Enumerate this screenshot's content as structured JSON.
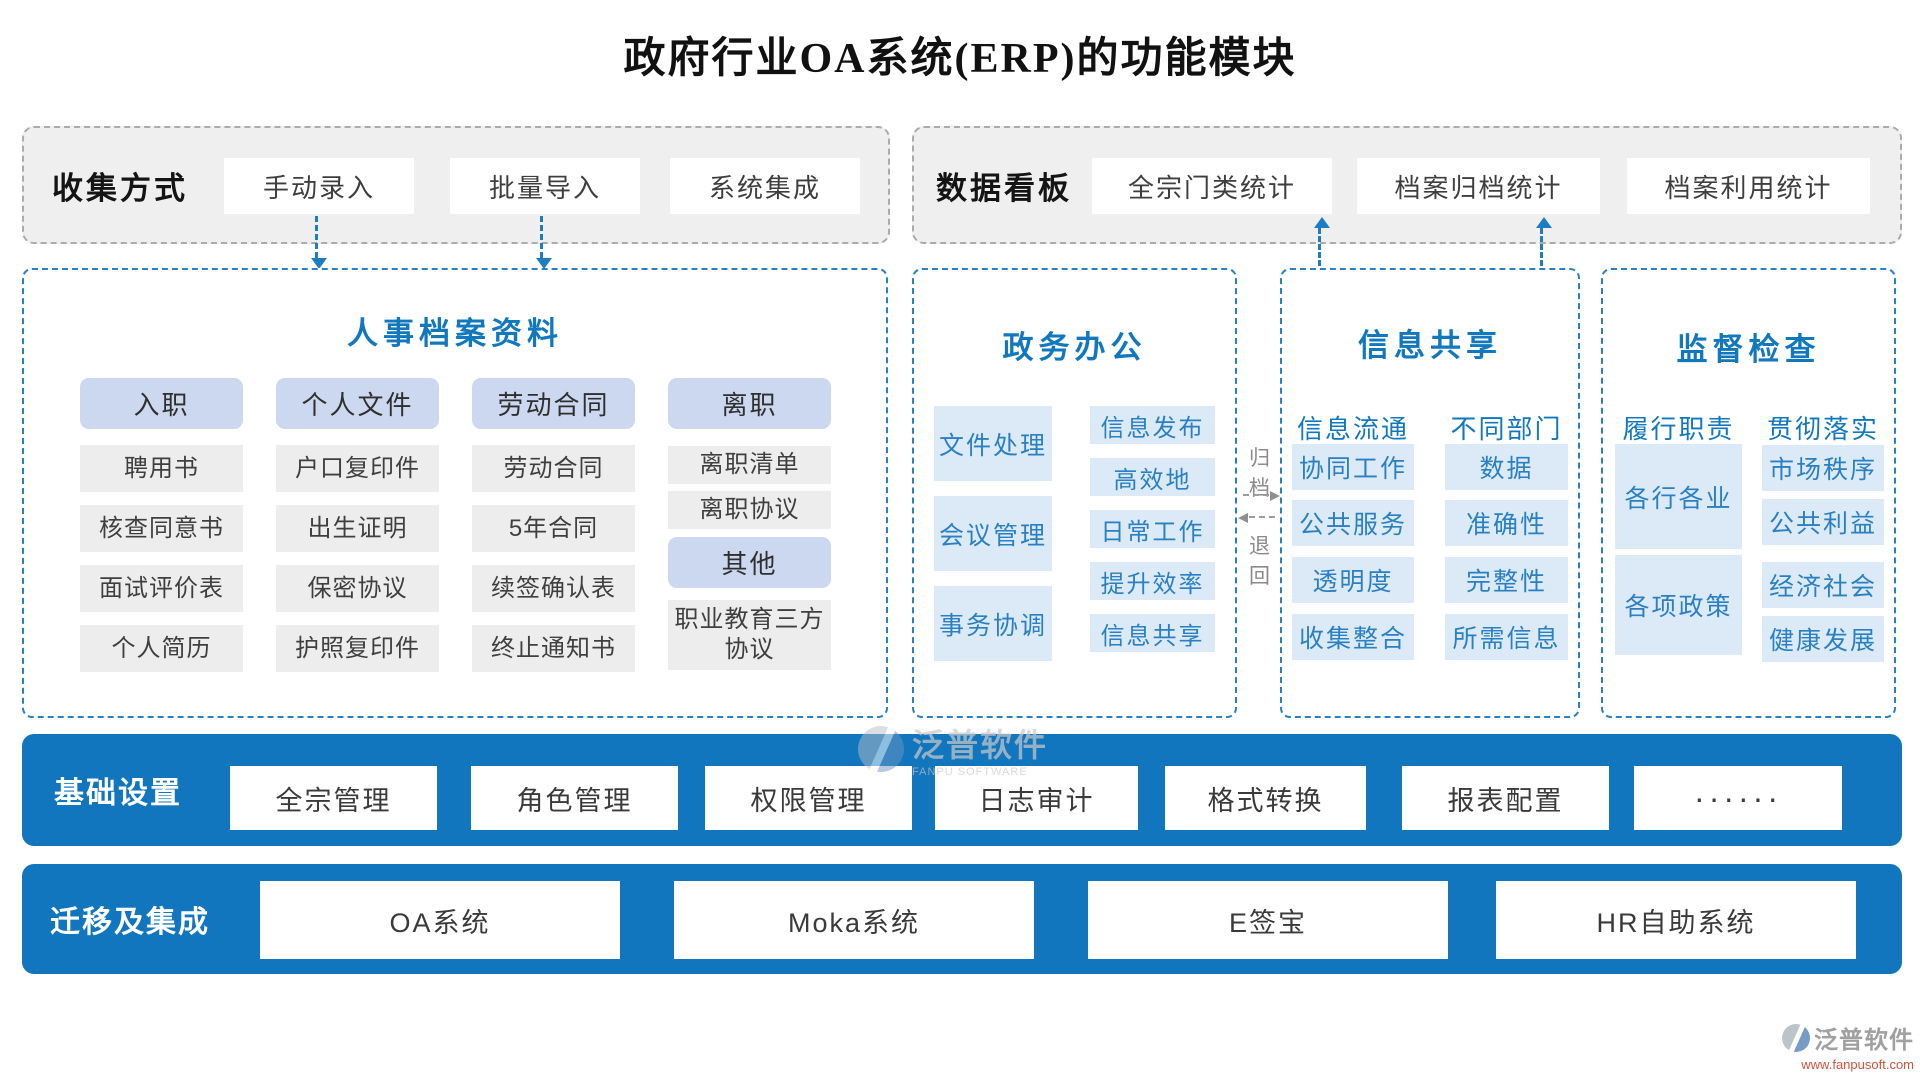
{
  "title": "政府行业OA系统(ERP)的功能模块",
  "top": {
    "collect": {
      "label": "收集方式",
      "items": [
        "手动录入",
        "批量导入",
        "系统集成"
      ]
    },
    "dashboard": {
      "label": "数据看板",
      "items": [
        "全宗门类统计",
        "档案归档统计",
        "档案利用统计"
      ]
    }
  },
  "personnel": {
    "title": "人事档案资料",
    "columns": [
      {
        "header": "入职",
        "items": [
          "聘用书",
          "核查同意书",
          "面试评价表",
          "个人简历"
        ]
      },
      {
        "header": "个人文件",
        "items": [
          "户口复印件",
          "出生证明",
          "保密协议",
          "护照复印件"
        ]
      },
      {
        "header": "劳动合同",
        "items": [
          "劳动合同",
          "5年合同",
          "续签确认表",
          "终止通知书"
        ]
      },
      {
        "header": "离职",
        "items": [
          "离职清单",
          "离职协议"
        ],
        "header2": "其他",
        "items2": [
          "职业教育三方协议"
        ]
      }
    ]
  },
  "gov": {
    "title": "政务办公",
    "left": [
      "文件处理",
      "会议管理",
      "事务协调"
    ],
    "right": [
      "信息发布",
      "高效地",
      "日常工作",
      "提升效率",
      "信息共享"
    ]
  },
  "connector": {
    "archive": "归档",
    "return": "退回"
  },
  "share": {
    "title": "信息共享",
    "columns": [
      {
        "header": "信息流通",
        "items": [
          "协同工作",
          "公共服务",
          "透明度",
          "收集整合"
        ]
      },
      {
        "header": "不同部门",
        "items": [
          "数据",
          "准确性",
          "完整性",
          "所需信息"
        ]
      }
    ]
  },
  "supervise": {
    "title": "监督检查",
    "columns": [
      {
        "header": "履行职责",
        "items": [
          "各行各业",
          "各项政策"
        ]
      },
      {
        "header": "贯彻落实",
        "items": [
          "市场秩序",
          "公共利益",
          "经济社会",
          "健康发展"
        ]
      }
    ]
  },
  "base": {
    "label": "基础设置",
    "items": [
      "全宗管理",
      "角色管理",
      "权限管理",
      "日志审计",
      "格式转换",
      "报表配置",
      "······"
    ]
  },
  "migrate": {
    "label": "迁移及集成",
    "items": [
      "OA系统",
      "Moka系统",
      "E签宝",
      "HR自助系统"
    ]
  },
  "watermark": {
    "brand": "泛普软件",
    "brand_en": "FANPU SOFTWARE",
    "url": "www.fanpusoft.com"
  },
  "colors": {
    "primary_blue": "#1176bd",
    "dashed_blue": "#2a80c2",
    "title_blue": "#1278be",
    "lavender_header": "#cbd8ef",
    "gray_item": "#ededed",
    "light_blue_item": "#dbeaf6",
    "panel_gray": "#efefef",
    "watermark_url_red": "#d0543c"
  }
}
